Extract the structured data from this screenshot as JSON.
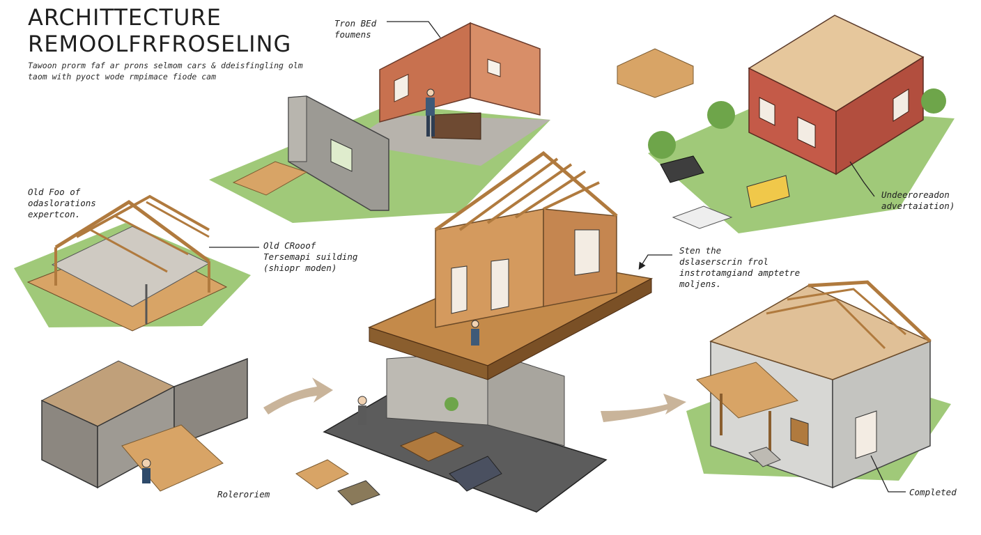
{
  "header": {
    "title_line1": "ARCHITTECTURE",
    "title_line2": "REMOOLFRFROSELING",
    "subtitle_line1": "Tawoon prorm faf ar prons selmom cars & ddeisfingling olm",
    "subtitle_line2": "taom with pyoct wode rmpimace fiode cam"
  },
  "labels": {
    "top_wall": [
      "Tron BEd",
      "foumens"
    ],
    "left_old": [
      "Old Foo of",
      "odaslorations",
      "expertcon."
    ],
    "frame": [
      "Old CRooof",
      "Tersemapi suilding",
      "(shiopr moden)"
    ],
    "center_right": [
      "Sten the",
      "dslaserscrin frol",
      "instrotamgiand amptetre",
      "moljens."
    ],
    "brick_house": [
      "Undeeroreadon",
      "advertaiation)"
    ],
    "bottom_left": [
      "Roleroriem"
    ],
    "completed": [
      "Completed"
    ]
  },
  "colors": {
    "grass": "#8fbf62",
    "brick": "#c46a52",
    "timber": "#d8a466",
    "concrete": "#a5a29c",
    "slab": "#5c5c5c",
    "arrow": "#c9b49a"
  }
}
